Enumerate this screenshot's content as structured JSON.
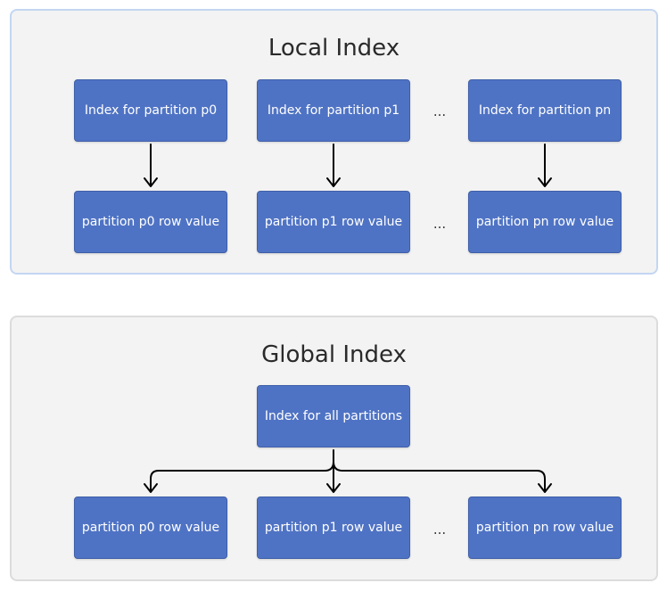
{
  "local_index": {
    "title": "Local Index",
    "index_boxes": [
      "Index for partition p0",
      "Index for partition p1",
      "Index for partition pn"
    ],
    "row_boxes": [
      "partition p0 row value",
      "partition p1 row value",
      "partition pn row value"
    ],
    "ellipsis": "..."
  },
  "global_index": {
    "title": "Global Index",
    "index_box": "Index for all partitions",
    "row_boxes": [
      "partition p0 row value",
      "partition p1 row value",
      "partition pn row value"
    ],
    "ellipsis": "..."
  },
  "colors": {
    "box_fill": "#4f73c4",
    "box_text": "#ffffff",
    "panel_fill": "#f3f3f3",
    "local_panel_border": "#c3d6f2",
    "global_panel_border": "#dcdcdc",
    "arrow": "#000000"
  }
}
